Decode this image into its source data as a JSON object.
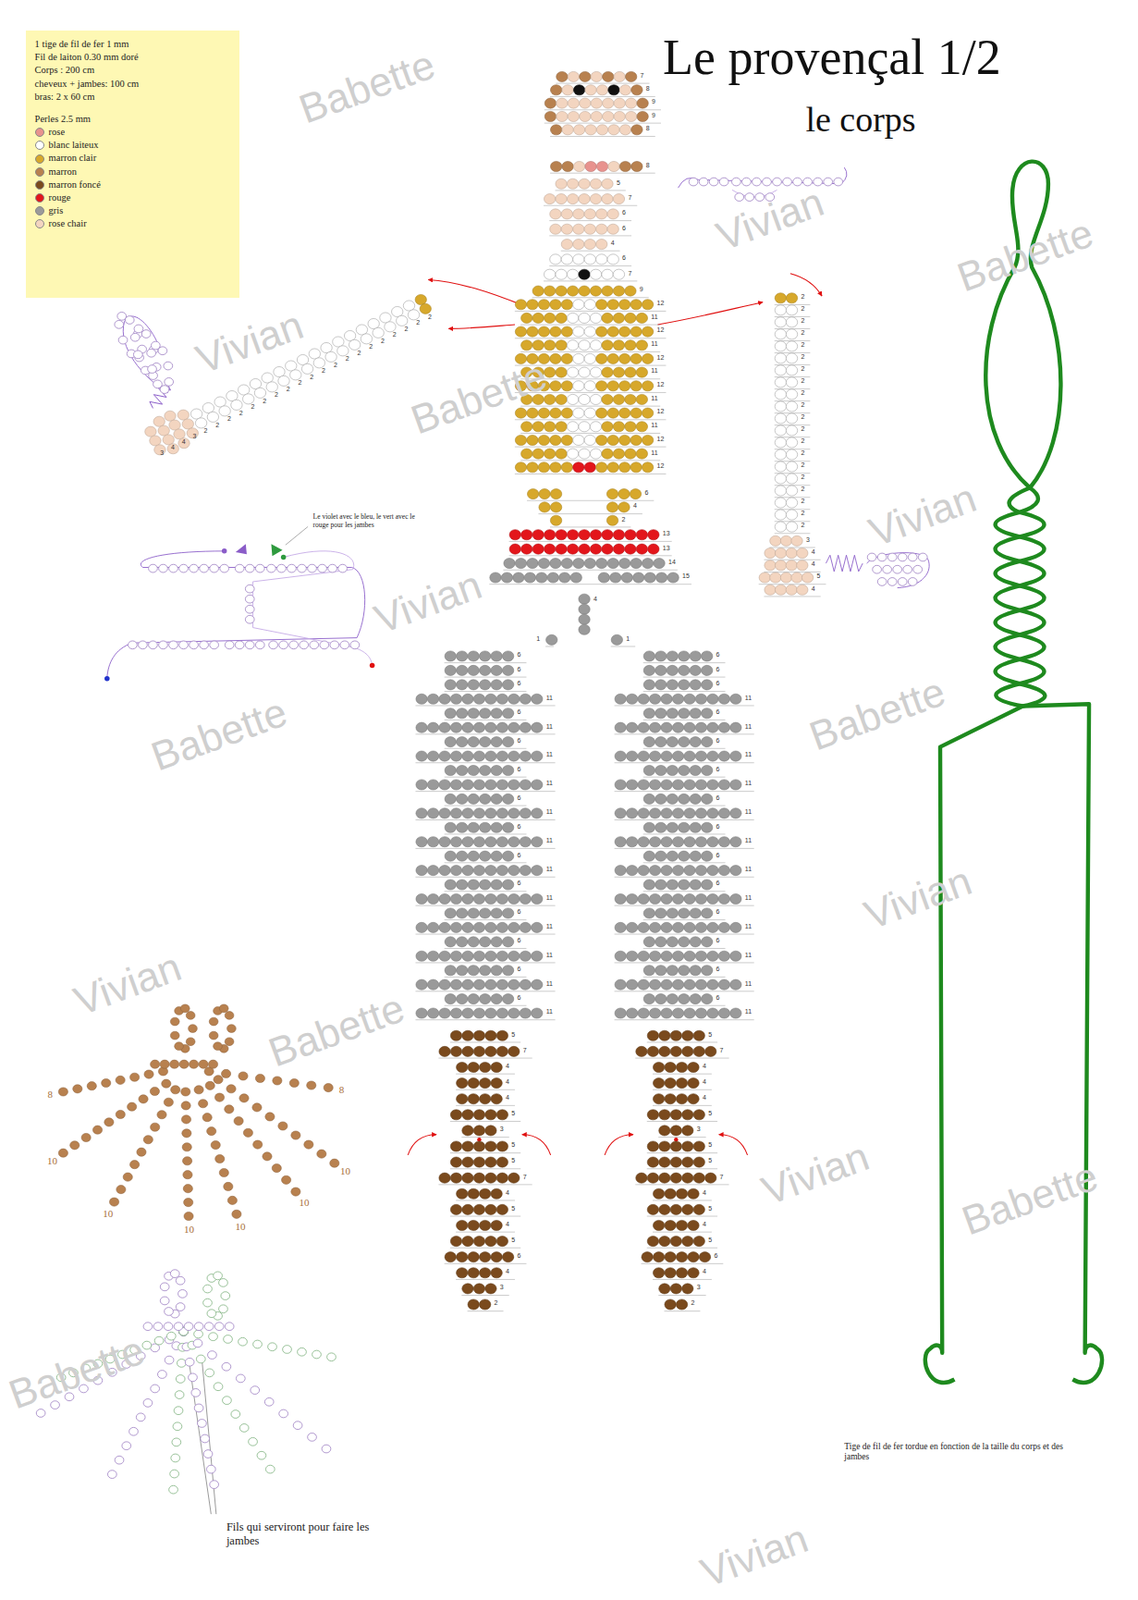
{
  "diagram": {
    "title": "Le provençal 1/2",
    "nodes": [
      {
        "text": [
          "1 tige de fil de fer 1 mm",
          "Fil de laiton 0.30 mm doré",
          "Corps : 200 cm",
          "cheveux + jambes: 100 cm",
          "bras: 2 x 60 cm",
          "Perles 2.5 mm"
        ]
      }
    ],
    "labels": [
      "le corps",
      "Le violet avec le bleu, le vert avec le rouge pour les jambes",
      "Fils qui serviront pour faire les jambes",
      "Tige de fil de fer tordue en fonction de la taille du corps et des jambes",
      "Babette",
      "Vivian",
      "Babette",
      "Vivian",
      "Babette",
      "Vivian",
      "Vivian",
      "Babette",
      "Babette",
      "Vivian",
      "Vivian",
      "Babette",
      "Vivian",
      "Babette",
      "Babette",
      "Vivian",
      "7",
      "8",
      "9",
      "9",
      "8",
      "8",
      "5",
      "7",
      "6",
      "6",
      "4",
      "6",
      "7",
      "9",
      "12",
      "11",
      "12",
      "11",
      "12",
      "11",
      "12",
      "11",
      "12",
      "11",
      "12",
      "11",
      "12",
      "6",
      "4",
      "2",
      "13",
      "13",
      "14",
      "15",
      "4",
      "1",
      "1",
      "6",
      "6",
      "6",
      "11",
      "6",
      "11",
      "6",
      "11",
      "6",
      "11",
      "6",
      "11",
      "6",
      "11",
      "6",
      "11",
      "6",
      "11",
      "6",
      "11",
      "6",
      "11",
      "6",
      "11",
      "6",
      "11",
      "6",
      "6",
      "6",
      "11",
      "6",
      "11",
      "6",
      "11",
      "6",
      "11",
      "6",
      "11",
      "6",
      "11",
      "6",
      "11",
      "6",
      "11",
      "6",
      "11",
      "6",
      "11",
      "6",
      "11",
      "6",
      "11",
      "5",
      "7",
      "4",
      "4",
      "4",
      "5",
      "3",
      "5",
      "5",
      "7",
      "4",
      "5",
      "4",
      "5",
      "6",
      "4",
      "3",
      "2",
      "5",
      "7",
      "4",
      "4",
      "4",
      "5",
      "3",
      "5",
      "5",
      "7",
      "4",
      "5",
      "4",
      "5",
      "6",
      "4",
      "3",
      "2",
      "2",
      "2",
      "2",
      "2",
      "2",
      "2",
      "2",
      "2",
      "2",
      "2",
      "2",
      "2",
      "2",
      "2",
      "2",
      "2",
      "2",
      "2",
      "2",
      "2",
      "3",
      "4",
      "4",
      "5",
      "4",
      "2",
      "2",
      "2",
      "2",
      "2",
      "2",
      "2",
      "2",
      "2",
      "2",
      "2",
      "2",
      "2",
      "2",
      "2",
      "2",
      "2",
      "2",
      "2",
      "2",
      "3",
      "4",
      "4",
      "3",
      "8",
      "8",
      "10",
      "10",
      "10",
      "10",
      "10",
      "10"
    ],
    "legend": [
      {
        "text": "rose",
        "color": "#e8928e"
      },
      {
        "text": "blanc laiteux",
        "color": "#ffffff"
      },
      {
        "text": "marron clair",
        "color": "#d7a82b"
      },
      {
        "text": "marron",
        "color": "#b8814f"
      },
      {
        "text": "marron foncé",
        "color": "#7a4a1d"
      },
      {
        "text": "rouge",
        "color": "#e3161b"
      },
      {
        "text": "gris",
        "color": "#9a9a9a"
      },
      {
        "text": "rose chair",
        "color": "#f3d5c0"
      }
    ]
  }
}
